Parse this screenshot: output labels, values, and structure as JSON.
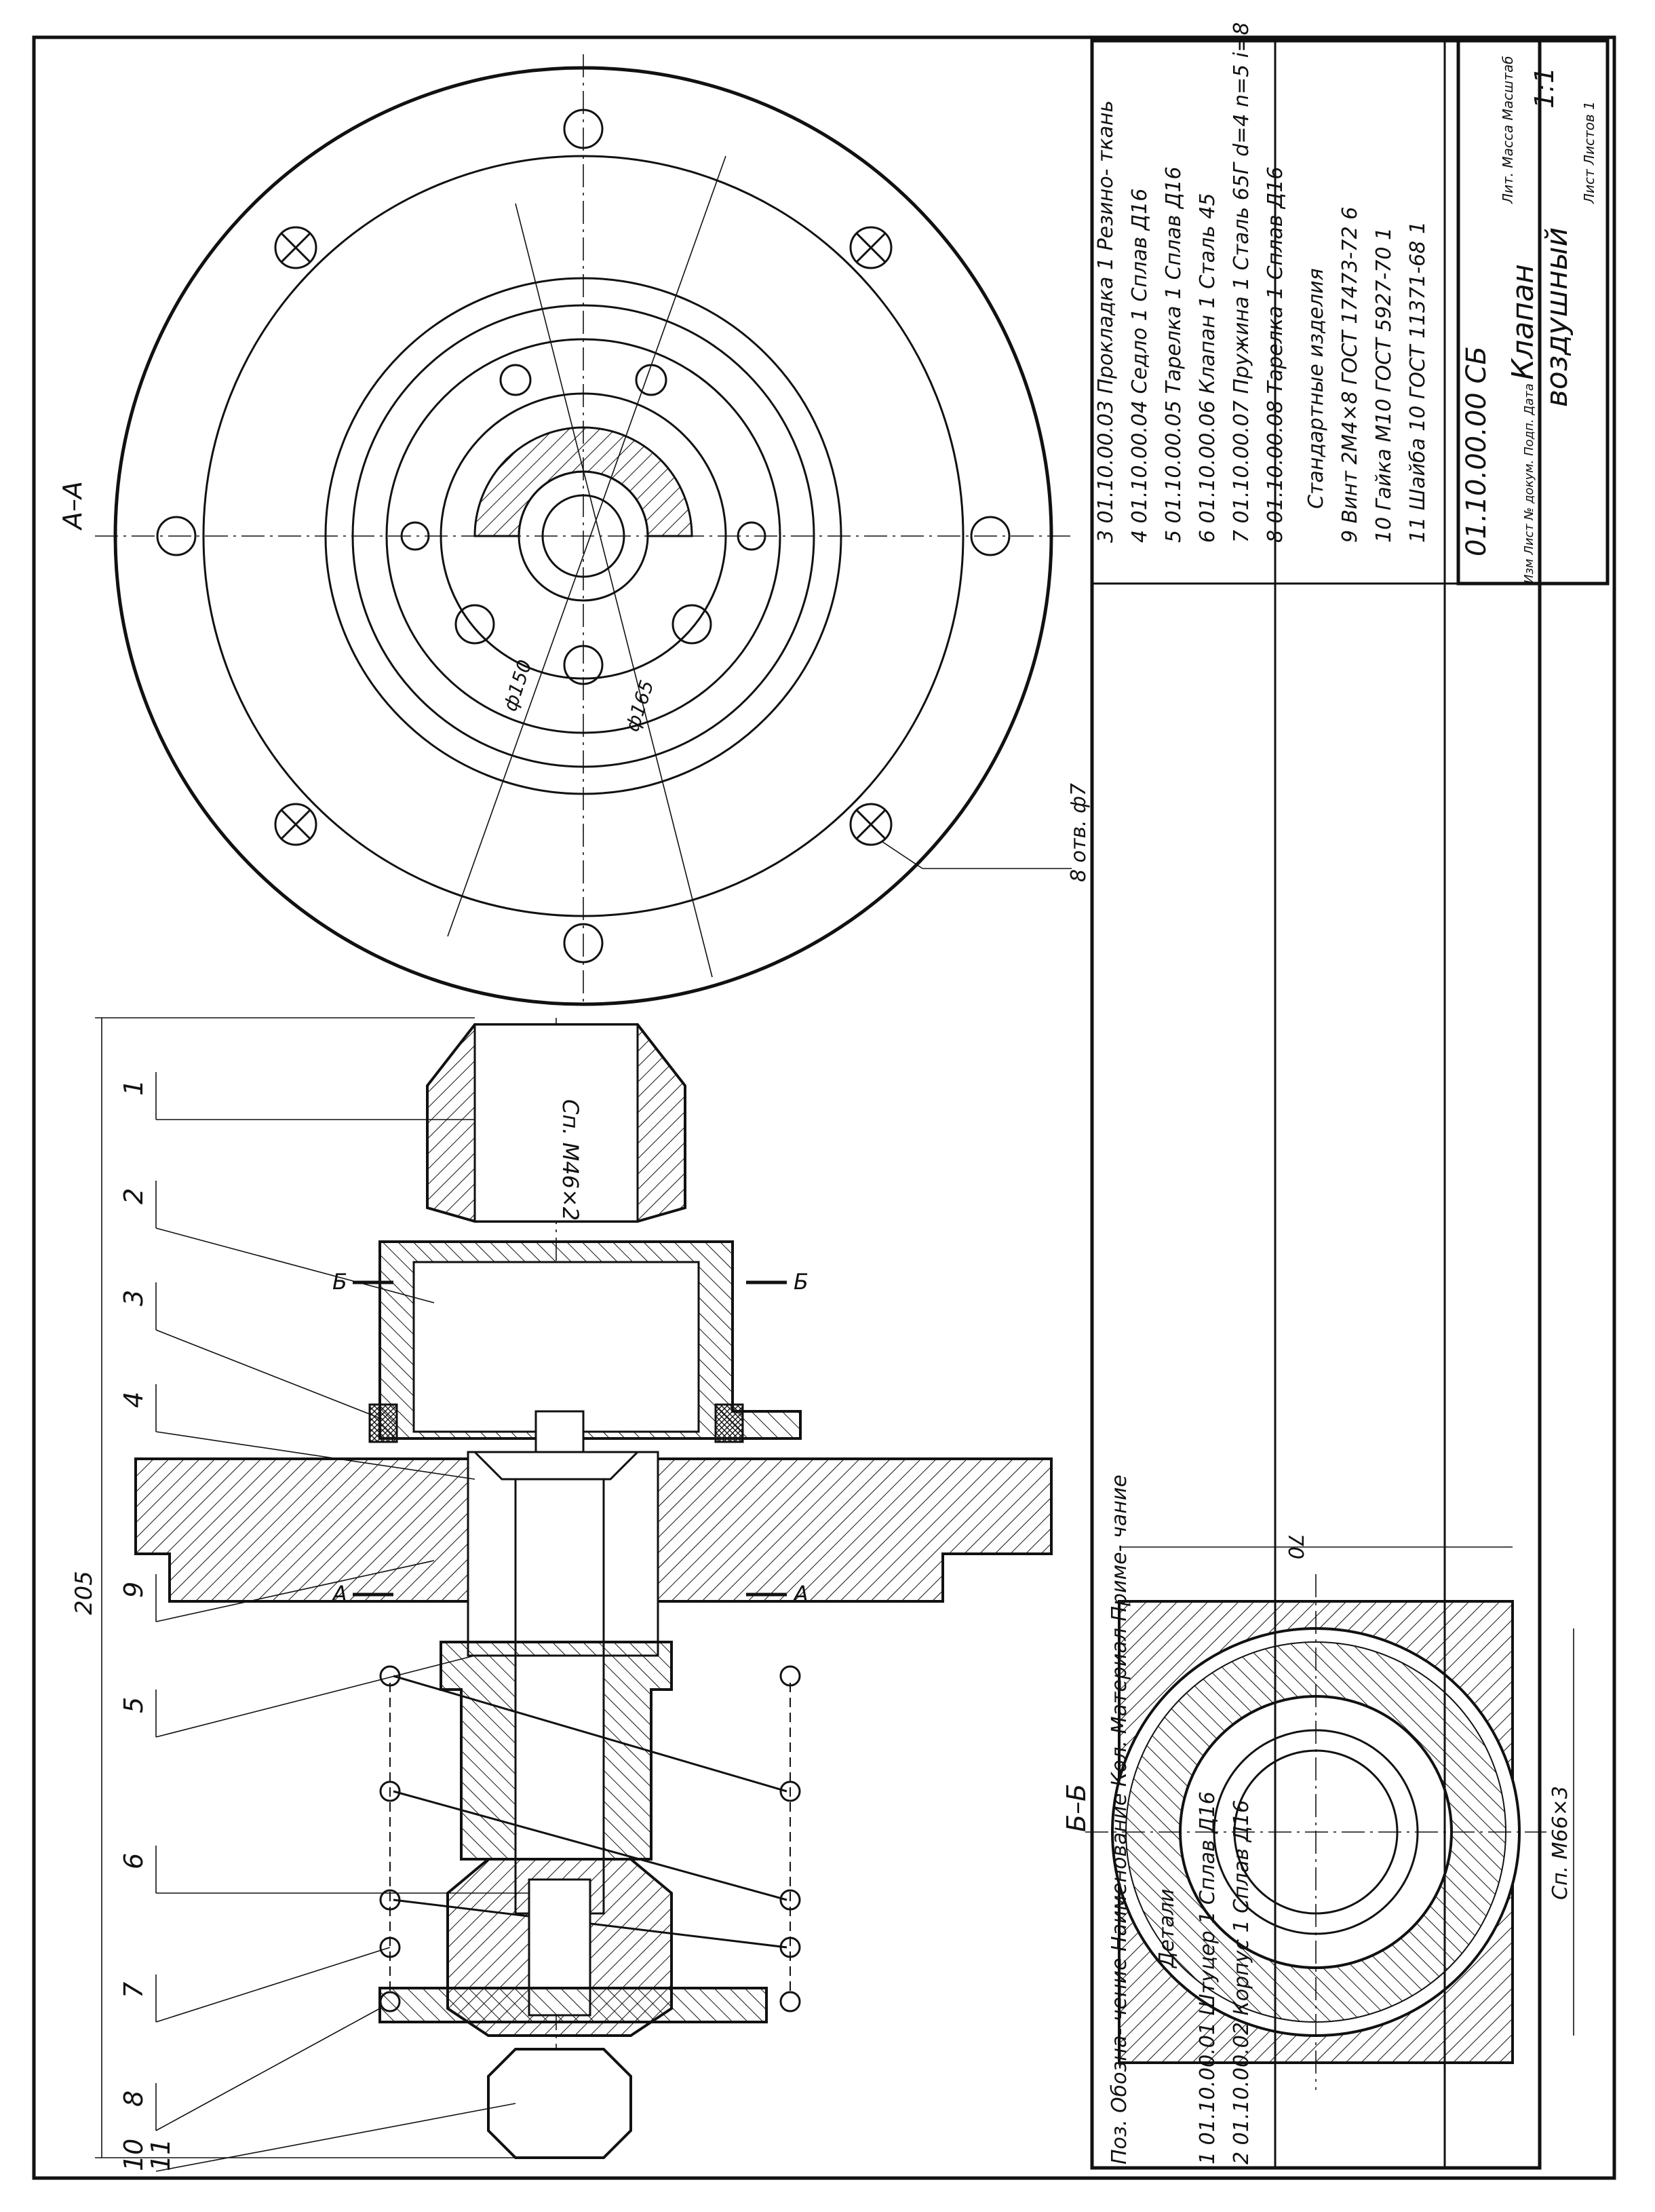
{
  "views": {
    "section_aa": "A–A",
    "section_bb": "Б–Б",
    "cut_a": "A",
    "cut_b": "Б"
  },
  "dimensions": {
    "overall_length": "205",
    "thread_top": "Сп. М46×2",
    "diameter_150": "ф150",
    "diameter_165": "ф165",
    "holes": "8 отв. ф7",
    "bb_size": "70",
    "bb_thread": "Сп. М66×3"
  },
  "leaders": [
    "1",
    "2",
    "3",
    "4",
    "9",
    "5",
    "6",
    "7",
    "8",
    "10",
    "11"
  ],
  "spec": {
    "headers": {
      "pos": "Поз.",
      "designation": "Обозна- чение",
      "name": "Наименование",
      "qty": "Кол.",
      "material": "Материал",
      "note": "Приме- чание"
    },
    "section_details": "Детали",
    "section_standard": "Стандартные изделия",
    "rows": [
      {
        "pos": "1",
        "designation": "01.10.00.01",
        "name": "Штуцер",
        "qty": "1",
        "material": "Сплав Д16"
      },
      {
        "pos": "2",
        "designation": "01.10.00.02",
        "name": "Корпус",
        "qty": "1",
        "material": "Сплав Д16"
      },
      {
        "pos": "3",
        "designation": "01.10.00.03",
        "name": "Прокладка",
        "qty": "1",
        "material": "Резино- ткань"
      },
      {
        "pos": "4",
        "designation": "01.10.00.04",
        "name": "Седло",
        "qty": "1",
        "material": "Сплав Д16"
      },
      {
        "pos": "5",
        "designation": "01.10.00.05",
        "name": "Тарелка",
        "qty": "1",
        "material": "Сплав Д16"
      },
      {
        "pos": "6",
        "designation": "01.10.00.06",
        "name": "Клапан",
        "qty": "1",
        "material": "Сталь 45"
      },
      {
        "pos": "7",
        "designation": "01.10.00.07",
        "name": "Пружина",
        "qty": "1",
        "material": "Сталь 65Г",
        "note": "d=4 n=5 i=8"
      },
      {
        "pos": "8",
        "designation": "01.10.00.08",
        "name": "Тарелка",
        "qty": "1",
        "material": "Сплав Д16"
      }
    ],
    "standard_rows": [
      {
        "pos": "9",
        "name": "Винт 2М4×8 ГОСТ 17473-72",
        "qty": "6"
      },
      {
        "pos": "10",
        "name": "Гайка М10 ГОСТ 5927-70",
        "qty": "1"
      },
      {
        "pos": "11",
        "name": "Шайба 10 ГОСТ 11371-68",
        "qty": "1"
      }
    ]
  },
  "title_block": {
    "doc_number": "01.10.00.00 СБ",
    "title_line1": "Клапан",
    "title_line2": "воздушный",
    "scale": "1:1",
    "lit": "Лит.",
    "mass": "Масса",
    "scale_label": "Масштаб",
    "sheet": "Лист",
    "sheets": "Листов 1",
    "change_labels": "Изм Лист № докум. Подп. Дата"
  }
}
